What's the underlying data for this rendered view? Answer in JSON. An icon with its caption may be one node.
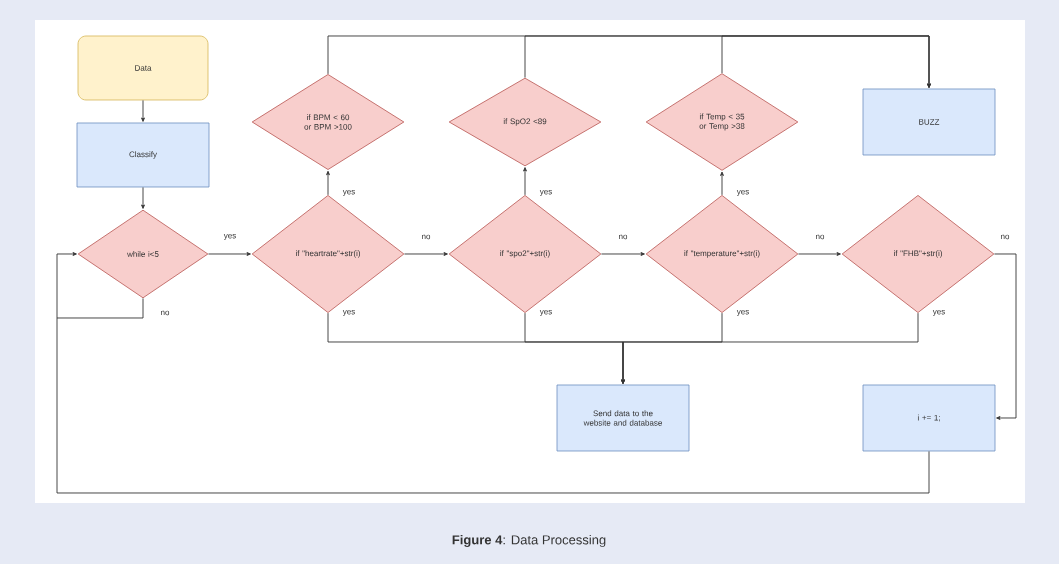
{
  "diagram": {
    "caption": "**Figure 4**: Data Processing",
    "nodes": [
      {
        "text": [
          "Data"
        ]
      },
      {
        "text": [
          "if BPM < 60 or BPM >100"
        ]
      },
      {
        "text": [
          "if SpO2 <89"
        ]
      },
      {
        "text": [
          "if Temp < 35 or Temp >38"
        ]
      },
      {
        "text": [
          "BUZZ"
        ]
      },
      {
        "text": [
          "Classify"
        ]
      },
      {
        "text": [
          "while i<5"
        ]
      },
      {
        "text": [
          "if \"heartrate\"+str(i)"
        ]
      },
      {
        "text": [
          "if \"spo2\"+str(i)"
        ]
      },
      {
        "text": [
          "if \"temperature\"+str(i)"
        ]
      },
      {
        "text": [
          "if \"FHB\"+str(i)"
        ]
      },
      {
        "text": [
          "Send data to the website and database"
        ]
      },
      {
        "text": [
          "i += 1;"
        ]
      }
    ],
    "edges": [
      {
        "from": 0,
        "to": 5,
        "arrow": "to"
      },
      {
        "from": 5,
        "to": 6,
        "arrow": "to"
      },
      {
        "from": 6,
        "to": 7,
        "arrow": "to",
        "label": "yes"
      },
      {
        "from": 7,
        "to": 8,
        "arrow": "to",
        "label": "no"
      },
      {
        "from": 8,
        "to": 9,
        "arrow": "to",
        "label": "no"
      },
      {
        "from": 9,
        "to": 10,
        "arrow": "to",
        "label": "no"
      },
      {
        "from": 10,
        "to": 12,
        "arrow": "to",
        "label": "no"
      },
      {
        "from": 7,
        "to": 1,
        "arrow": "to",
        "label": "yes"
      },
      {
        "from": 8,
        "to": 2,
        "arrow": "to",
        "label": "yes"
      },
      {
        "from": 9,
        "to": 3,
        "arrow": "to",
        "label": "yes"
      },
      {
        "from": 1,
        "to": 4,
        "arrow": "to"
      },
      {
        "from": 2,
        "to": 4,
        "arrow": "to"
      },
      {
        "from": 3,
        "to": 4,
        "arrow": "to"
      },
      {
        "from": 7,
        "to": 11,
        "arrow": "to",
        "label": "yes"
      },
      {
        "from": 8,
        "to": 11,
        "arrow": "to",
        "label": "yes"
      },
      {
        "from": 9,
        "to": 11,
        "arrow": "to",
        "label": "yes"
      },
      {
        "from": 10,
        "to": 11,
        "arrow": "to",
        "label": "yes"
      },
      {
        "from": 12,
        "to": 6,
        "arrow": "to"
      },
      {
        "from": 6,
        "to": null,
        "arrow": "none",
        "label": "no"
      }
    ]
  }
}
